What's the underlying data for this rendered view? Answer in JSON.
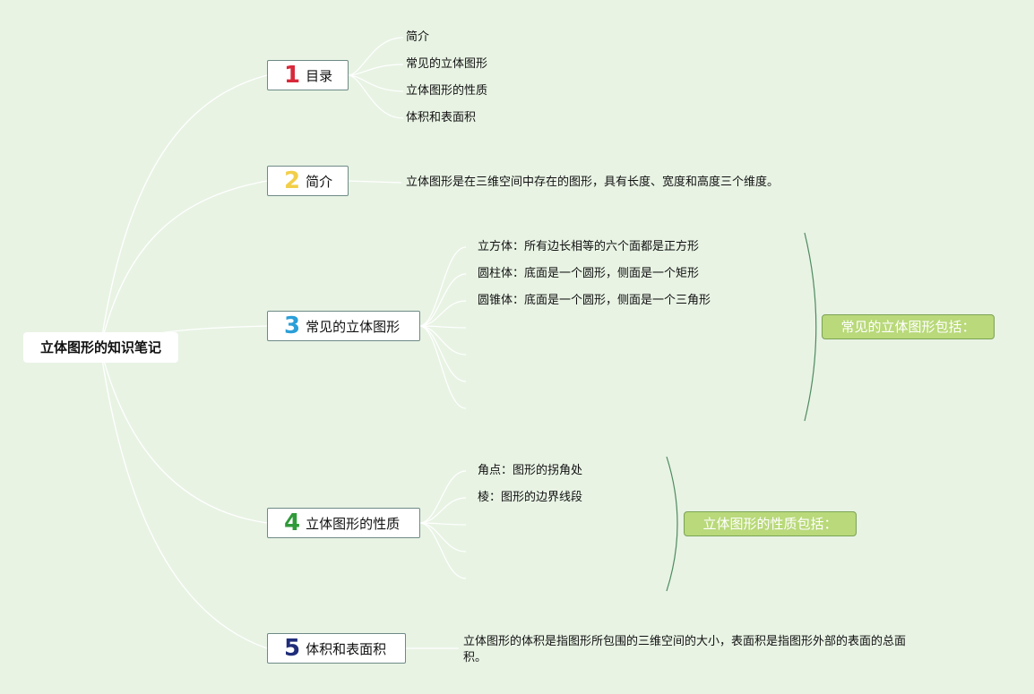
{
  "root": {
    "title": "立体图形的知识笔记"
  },
  "branches": [
    {
      "number": "1",
      "label": "目录",
      "color": "#d8293a",
      "children": [
        "简介",
        "常见的立体图形",
        "立体图形的性质",
        "体积和表面积"
      ]
    },
    {
      "number": "2",
      "label": "简介",
      "color": "#f2cf4a",
      "children": [
        "立体图形是在三维空间中存在的图形，具有长度、宽度和高度三个维度。"
      ]
    },
    {
      "number": "3",
      "label": "常见的立体图形",
      "color": "#2a9fd8",
      "children": [
        "立方体：所有边长相等的六个面都是正方形",
        "圆柱体：底面是一个圆形，侧面是一个矩形",
        "圆锥体：底面是一个圆形，侧面是一个三角形"
      ],
      "summary": "常见的立体图形包括："
    },
    {
      "number": "4",
      "label": "立体图形的性质",
      "color": "#2f9a3a",
      "children": [
        "角点：图形的拐角处",
        "棱：图形的边界线段"
      ],
      "summary": "立体图形的性质包括："
    },
    {
      "number": "5",
      "label": "体积和表面积",
      "color": "#1f2d7a",
      "children": [
        "立体图形的体积是指图形所包围的三维空间的大小，表面积是指图形外部的表面的总面积。"
      ]
    }
  ],
  "colors": {
    "background": "#e8f3e4",
    "wire": "#ffffff",
    "bracket": "#4e8a5f",
    "summary_fill": "#b9d97a",
    "summary_border": "#7ba355"
  }
}
